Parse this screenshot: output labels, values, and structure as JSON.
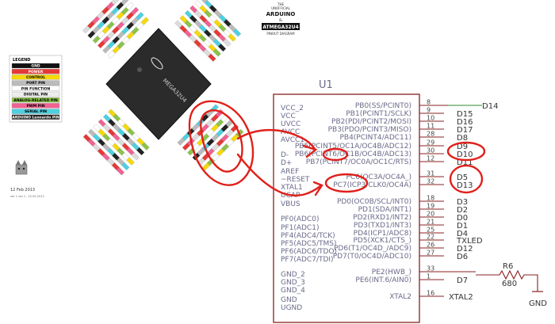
{
  "pinout": {
    "brand_lines": [
      "THE",
      "UNOFFICIAL",
      "ARDUINO",
      "&",
      "ATMEGA32U4",
      "PINOUT DIAGRAM"
    ],
    "chip_label": "MEGA32U4",
    "legend": {
      "title": "LEGEND",
      "items": [
        {
          "label": "GND",
          "bg": "#111111",
          "fg": "#ffffff"
        },
        {
          "label": "POWER",
          "bg": "#e53935",
          "fg": "#ffffff"
        },
        {
          "label": "CONTROL",
          "bg": "#f5d90a",
          "fg": "#000000"
        },
        {
          "label": "PORT PIN",
          "bg": "#bbbbbb",
          "fg": "#000000"
        },
        {
          "label": "PIN FUNCTION",
          "bg": "#ffffff",
          "fg": "#000000"
        },
        {
          "label": "DIGITAL PIN",
          "bg": "#eeeeee",
          "fg": "#000000"
        },
        {
          "label": "ANALOG-RELATED PIN",
          "bg": "#8bc34a",
          "fg": "#000000"
        },
        {
          "label": "PWM PIN",
          "bg": "#f06292",
          "fg": "#000000"
        },
        {
          "label": "SERIAL PIN",
          "bg": "#4dd0e1",
          "fg": "#000000"
        },
        {
          "label": "ARDUINO Leonardo PIN",
          "bg": "#222222",
          "fg": "#ffffff"
        }
      ]
    },
    "date": "12 Feb 2013",
    "version": "ver 1 rev 1 - 12.02.2013"
  },
  "schematic": {
    "ref": "U1",
    "left_pins": [
      "VCC_2",
      "VCC",
      "UVCC",
      "AVCC",
      "AVCC1",
      "D-",
      "D+",
      "AREF",
      "~RESET",
      "XTAL1",
      "UCAP",
      "VBUS",
      "PF0(ADC0)",
      "PF1(ADC1)",
      "PF4(ADC4/TCK)",
      "PF5(ADC5/TMS)",
      "PF6(ADC6/TDO)",
      "PF7(ADC7/TDI)",
      "GND_2",
      "GND_3",
      "GND_4",
      "GND",
      "UGND"
    ],
    "right_pins": [
      {
        "label": "PB0(SS/PCINT0)",
        "num": "8",
        "net": "D14"
      },
      {
        "label": "PB1(PCINT1/SCLK)",
        "num": "9",
        "net": "D15"
      },
      {
        "label": "PB2(PDI/PCINT2/MOSI)",
        "num": "10",
        "net": "D16"
      },
      {
        "label": "PB3(PDO/PCINT3/MISO)",
        "num": "11",
        "net": "D17"
      },
      {
        "label": "PB4(PCINT4/ADC11)",
        "num": "28",
        "net": "D8"
      },
      {
        "label": "PB5(PCINT5/OC1A/OC4B/ADC12)",
        "num": "29",
        "net": "D9"
      },
      {
        "label": "PB6(PCINT6/OC1B/OC4B/ADC13)",
        "num": "30",
        "net": "D10"
      },
      {
        "label": "PB7(PCINT7/OC0A/OC1C/RTS)",
        "num": "12",
        "net": "D11"
      },
      {
        "label": "PC6(OC3A/OC4A_)",
        "num": "31",
        "net": "D5"
      },
      {
        "label": "PC7(ICP3/CLK0/OC4A)",
        "num": "32",
        "net": "D13"
      },
      {
        "label": "PD0(OC0B/SCL/INT0)",
        "num": "18",
        "net": "D3"
      },
      {
        "label": "PD1(SDA/INT1)",
        "num": "19",
        "net": "D2"
      },
      {
        "label": "PD2(RXD1/INT2)",
        "num": "20",
        "net": "D0"
      },
      {
        "label": "PD3(TXD1/INT3)",
        "num": "21",
        "net": "D1"
      },
      {
        "label": "PD4(ICP1/ADC8)",
        "num": "25",
        "net": "D4"
      },
      {
        "label": "PD5(XCK1/CTS_)",
        "num": "22",
        "net": "TXLED"
      },
      {
        "label": "PD6(T1/OC4D_/ADC9)",
        "num": "26",
        "net": "D12"
      },
      {
        "label": "PD7(T0/OC4D/ADC10)",
        "num": "27",
        "net": "D6"
      },
      {
        "label": "PE2(HWB_)",
        "num": "33",
        "net": ""
      },
      {
        "label": "PE6(INT.6/AIN0)",
        "num": "1",
        "net": "D7"
      },
      {
        "label": "XTAL2",
        "num": "16",
        "net": "XTAL2"
      }
    ],
    "resistor": {
      "ref": "R6",
      "value": "680"
    },
    "gnd_label": "GND"
  }
}
